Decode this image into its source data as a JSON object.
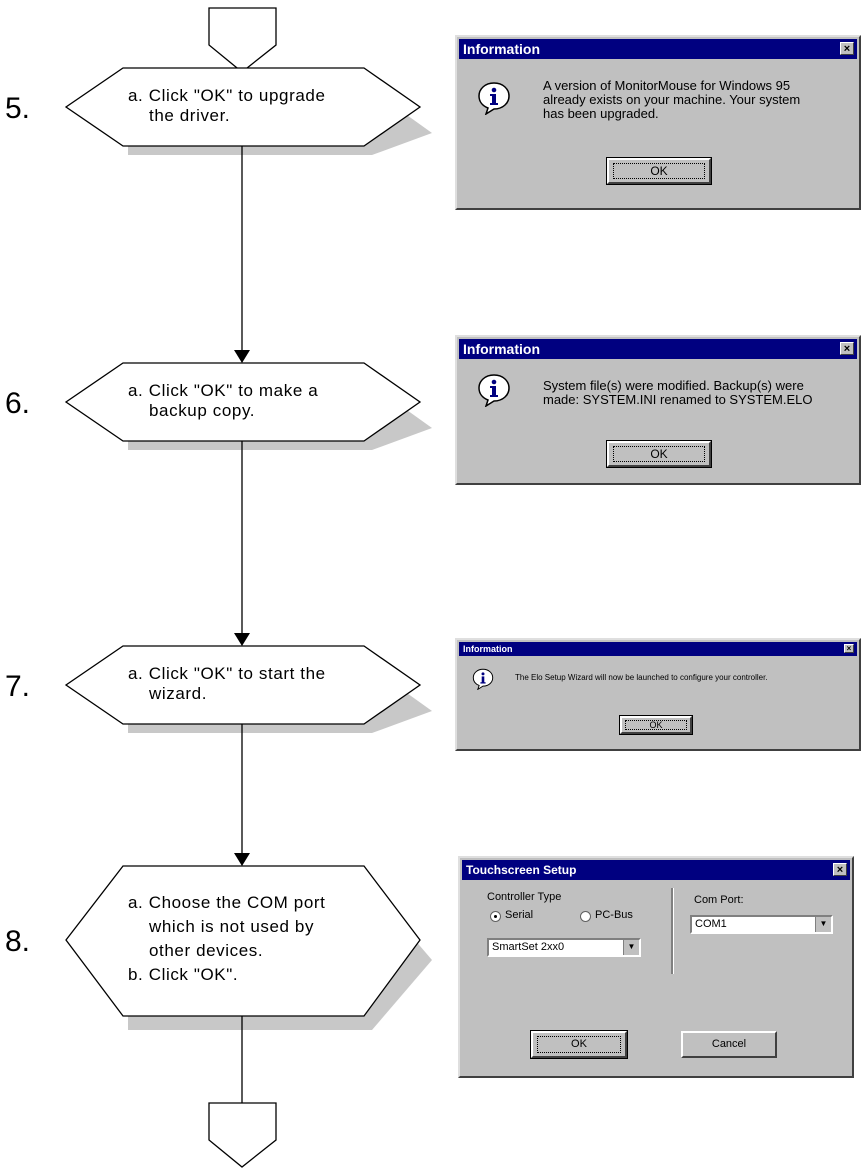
{
  "steps": [
    {
      "number": "5.",
      "lines": [
        "a. Click \"OK\" to upgrade",
        "the driver."
      ]
    },
    {
      "number": "6.",
      "lines": [
        "a. Click \"OK\" to make a",
        "backup copy."
      ]
    },
    {
      "number": "7.",
      "lines": [
        "a. Click \"OK\" to start the",
        "wizard."
      ]
    },
    {
      "number": "8.",
      "lines": [
        "a. Choose the COM port",
        "which is not used by",
        "other devices.",
        "b. Click \"OK\"."
      ]
    }
  ],
  "dialogs": {
    "upgrade": {
      "title": "Information",
      "message": [
        "A version of MonitorMouse for Windows 95",
        "already exists on your machine.  Your system",
        "has been upgraded."
      ],
      "ok": "OK"
    },
    "backup": {
      "title": "Information",
      "message": [
        "System file(s) were modified.  Backup(s) were",
        "made: SYSTEM.INI renamed to SYSTEM.ELO"
      ],
      "ok": "OK"
    },
    "wizard": {
      "title": "Information",
      "message": [
        "The Elo Setup Wizard will now be launched to configure your controller."
      ],
      "ok": "OK"
    },
    "touchscreen": {
      "title": "Touchscreen Setup",
      "controller_type_label": "Controller Type",
      "serial_label": "Serial",
      "pcbus_label": "PC-Bus",
      "controller_model": "SmartSet 2xx0",
      "com_port_label": "Com Port:",
      "com_port_value": "COM1",
      "ok": "OK",
      "cancel": "Cancel",
      "selected_controller_type": "Serial"
    }
  },
  "colors": {
    "titlebar": "#000080",
    "dialog_face": "#c0c0c0",
    "shape_shadow": "#c8c8c8"
  },
  "icons": [
    "info-icon",
    "close-icon",
    "chevron-down-icon",
    "offpage-connector-icon"
  ]
}
